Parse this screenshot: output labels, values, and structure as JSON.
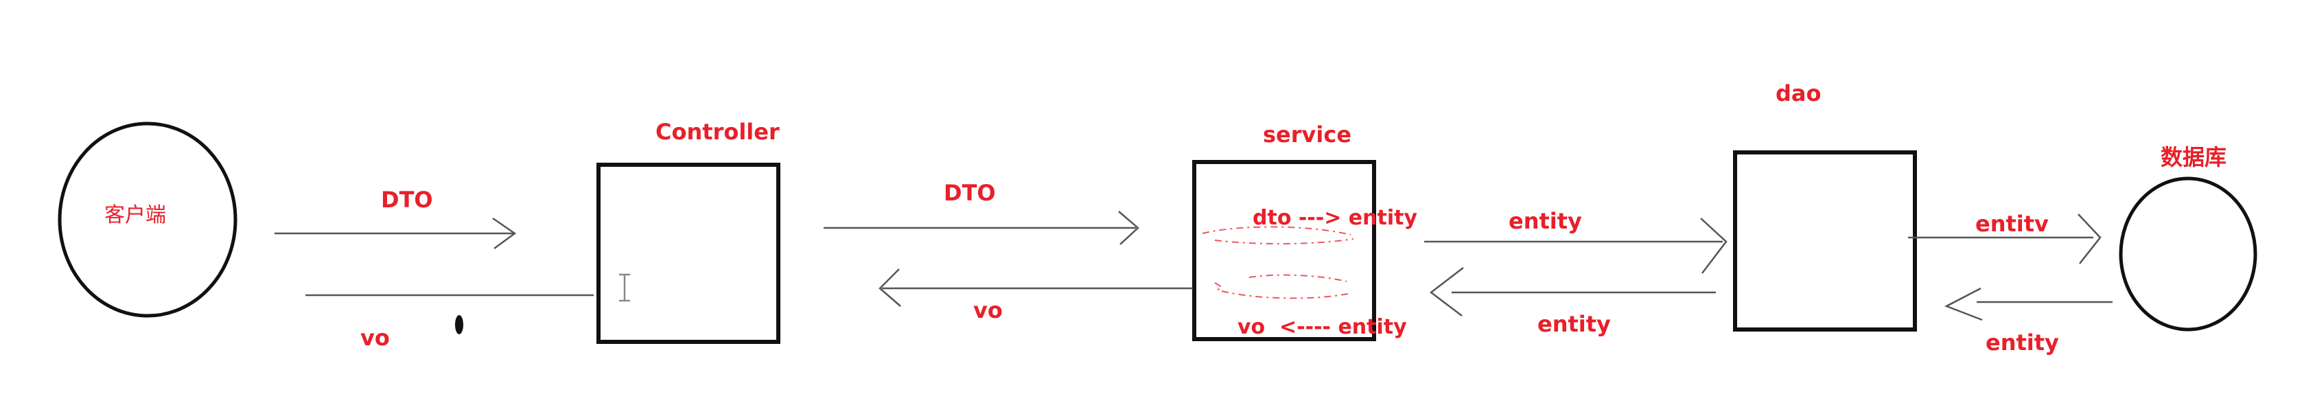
{
  "diagram": {
    "client": "客户端",
    "controller": "Controller",
    "service": "service",
    "dao": "dao",
    "database": "数据库",
    "edges": {
      "client_to_controller": "DTO",
      "controller_to_client": "vo",
      "controller_to_service": "DTO",
      "service_to_controller": "vo",
      "service_to_dao": "entity",
      "dao_to_service": "entity",
      "dao_to_db": "entitv",
      "db_to_dao": "entity"
    },
    "service_notes": {
      "convert_in": "dto ---> entity",
      "convert_out": "vo  <---- entity"
    }
  },
  "colors": {
    "label": "#e8202a",
    "stroke": "#111111",
    "line": "#555555"
  }
}
